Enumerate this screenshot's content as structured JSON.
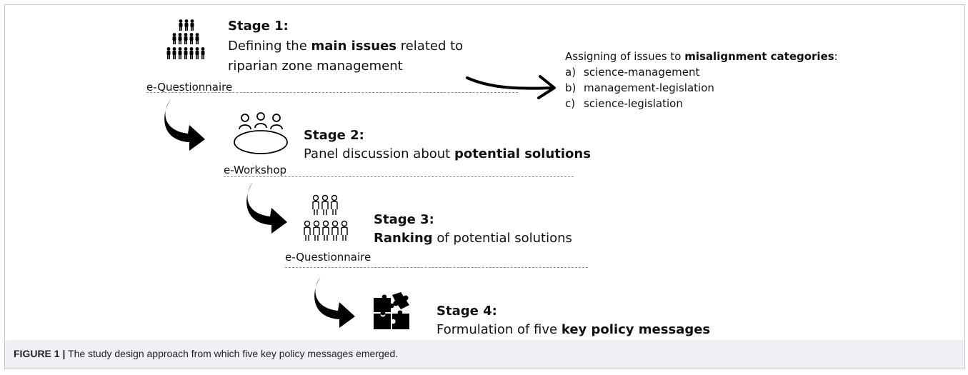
{
  "stages": [
    {
      "title": "Stage 1:",
      "line1_pre": "Defining the ",
      "line1_bold": "main issues",
      "line1_post": " related to",
      "line2": "riparian zone management",
      "method": "e-Questionnaire"
    },
    {
      "title": "Stage 2:",
      "pre": "Panel discussion about ",
      "bold": "potential solutions",
      "post": "",
      "method": "e-Workshop"
    },
    {
      "title": "Stage 3:",
      "pre": "",
      "bold": "Ranking",
      "post": " of potential solutions",
      "method": "e-Questionnaire"
    },
    {
      "title": "Stage 4:",
      "pre": "Formulation of five ",
      "bold": "key policy messages",
      "post": ""
    }
  ],
  "assign": {
    "pre": "Assigning of issues to ",
    "bold": "misalignment categories",
    "post": ":",
    "items": [
      {
        "label": "a)",
        "text": "science-management"
      },
      {
        "label": "b)",
        "text": "management-legislation"
      },
      {
        "label": "c)",
        "text": "science-legislation"
      }
    ]
  },
  "caption": {
    "label": "FIGURE 1 |",
    "text": " The study design approach from which five key policy messages emerged."
  }
}
